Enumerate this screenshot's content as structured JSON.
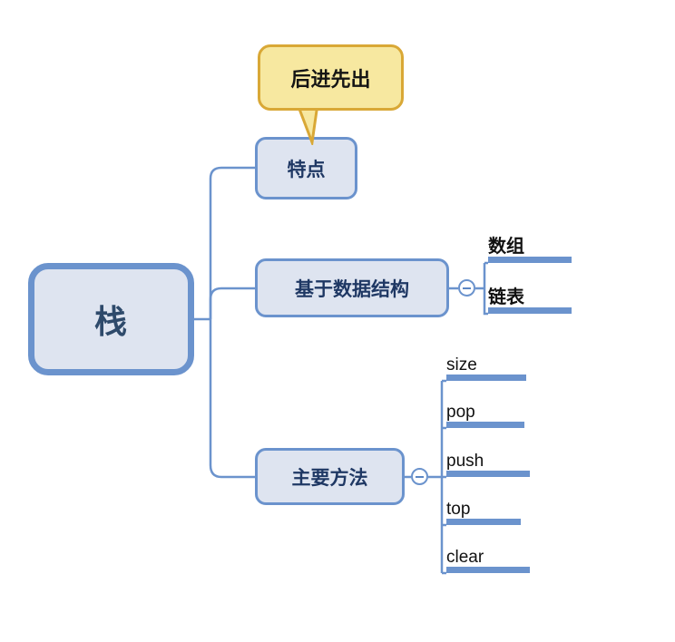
{
  "diagram": {
    "type": "mind-map",
    "title": "栈",
    "background_color": "#ffffff",
    "colors": {
      "node_border": "#6b93cd",
      "node_fill": "#dee4f0",
      "node_text": "#1f3864",
      "connector": "#6b93cd",
      "leaf_bar": "#6b93cd",
      "callout_fill": "#f7e8a0",
      "callout_border": "#d9a836",
      "callout_text": "#151515"
    },
    "root": {
      "label": "栈",
      "name": "root-node-stack"
    },
    "branches": [
      {
        "id": "tedian",
        "label": "特点",
        "collapsed": false,
        "has_collapse_button": false,
        "callout": {
          "label": "后进先出",
          "shape": "rounded-rectangular-callout",
          "points_to": "特点"
        },
        "children": []
      },
      {
        "id": "jiyu-shujujiegou",
        "label": "基于数据结构",
        "collapsed": false,
        "has_collapse_button": true,
        "collapse_icon": "circle-minus-icon",
        "children": [
          {
            "label": "数组",
            "script": "cjk"
          },
          {
            "label": "链表",
            "script": "cjk"
          }
        ]
      },
      {
        "id": "zhuyao-fangfa",
        "label": "主要方法",
        "collapsed": false,
        "has_collapse_button": true,
        "collapse_icon": "circle-minus-icon",
        "children": [
          {
            "label": "size",
            "script": "latin"
          },
          {
            "label": "pop",
            "script": "latin"
          },
          {
            "label": "push",
            "script": "latin"
          },
          {
            "label": "top",
            "script": "latin"
          },
          {
            "label": "clear",
            "script": "latin"
          }
        ]
      }
    ]
  }
}
